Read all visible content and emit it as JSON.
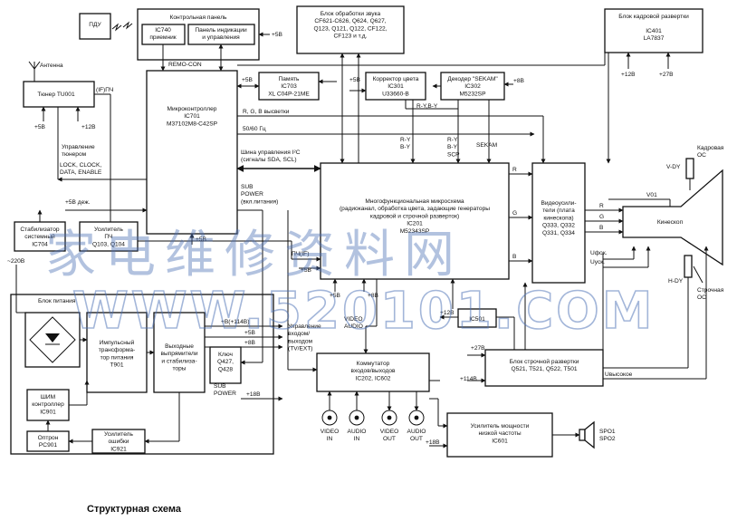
{
  "blocks": {
    "pdu": [
      "ПДУ"
    ],
    "control_panel": [
      "Контрольная панель"
    ],
    "ic740": [
      "IC740",
      "приемник"
    ],
    "indication": [
      "Панель индикации",
      "и управления"
    ],
    "sound": [
      "Блок обработки звука",
      "CF621-C626, Q624, Q627,",
      "Q123, Q121, Q122, CF122,",
      "CF123 и т.д."
    ],
    "frame": [
      "Блок кадровой развертки"
    ],
    "ic401": [
      "IC401",
      "LA7837"
    ],
    "tuner": [
      "Тюнер TU001"
    ],
    "micro": [
      "Микроконтроллер",
      "IC701",
      "M37102M8-C42SP"
    ],
    "memory": [
      "Память",
      "IC703",
      "XL C04P-21ME"
    ],
    "color": [
      "Корректор цвета",
      "IC301",
      "U33660-B"
    ],
    "secam_dec": [
      "Декодер \"SEKAM\"",
      "IC302",
      "M5232SP"
    ],
    "multi": [
      "Многофункциональная микросхема",
      "(радиоканал, обработка цвета, задающие генераторы",
      "кадровой и строчной разверток)",
      "IC201",
      "M52343SP"
    ],
    "video_amp": [
      "Видеоусили-",
      "тели (плата",
      "кинескопа)",
      "Q333, Q332",
      "Q331, Q334"
    ],
    "stab": [
      "Стабилизатор",
      "системный",
      "IC704"
    ],
    "amp_pch": [
      "Усилитель",
      "ПЧ",
      "Q103, Q104"
    ],
    "psu": [
      "Блок питания"
    ],
    "pulse": [
      "Импульсный",
      "трансформа-",
      "тор питания",
      "T901"
    ],
    "rect": [
      "Выходные",
      "выпрямители",
      "и стабилиза-",
      "торы"
    ],
    "key": [
      "Ключ",
      "Q427,",
      "Q428"
    ],
    "pwm": [
      "ШИМ",
      "контроллер",
      "IC901"
    ],
    "optron": [
      "Оптрон",
      "PC901"
    ],
    "err_amp": [
      "Усилитель",
      "ошибки",
      "IC921"
    ],
    "ic501": [
      "IC501"
    ],
    "switcher": [
      "Коммутатор",
      "входов/выходов",
      "IC202, IC602"
    ],
    "hscan": [
      "Блок строчной развертки",
      "Q521, T521, Q522, T501"
    ],
    "audio_amp": [
      "Усилитель мощности",
      "низкой частоты",
      "IC601"
    ],
    "crt": [
      "Кинескоп"
    ]
  },
  "connectors": [
    {
      "id": "video-in",
      "label": [
        "VIDEO",
        "IN"
      ]
    },
    {
      "id": "audio-in",
      "label": [
        "AUDIO",
        "IN"
      ]
    },
    {
      "id": "video-out",
      "label": [
        "VIDEO",
        "OUT"
      ]
    },
    {
      "id": "audio-out",
      "label": [
        "AUDIO",
        "OUT"
      ]
    }
  ],
  "labels": {
    "remo_con": "REMO-CON",
    "plus5_panel": "+5В",
    "antenna": "Антенна",
    "if_pch": "(IF)ПЧ",
    "plus5_tuner": "+5В",
    "plus12_tuner": "+12В",
    "tuner_ctrl": [
      "Управление",
      "тюнером"
    ],
    "lock_clock": [
      "LOCK, CLOCK,",
      "DATA, ENABLE"
    ],
    "plus5_mem": "+5В",
    "plus5_col": "+5В",
    "plus8_dec": "+8В",
    "ry_by": "R-Y,B-Y",
    "rgb_hi": "R, G, B высветки",
    "hz_5060": "50/60 Гц",
    "ry_by_2": [
      "R-Y",
      "B-Y"
    ],
    "ry_by_scp": [
      "R-Y",
      "B-Y",
      "SCP"
    ],
    "secam": "SEKAM",
    "i2c_bus": [
      "Шина управления I²C",
      "(сигналы SDA, SCL)"
    ],
    "sub_power": [
      "SUB",
      "POWER",
      "(вкл.питания)"
    ],
    "plus5_standby": "+5В деж.",
    "plus5_micro": "+5В",
    "minus220": "~220В",
    "pch_if": "ПЧ(IF)",
    "plus5_multi": "+5В",
    "plus5_multi_bottom": "+5В",
    "plus8_multi": "+8В",
    "ch_r": "R",
    "ch_g": "G",
    "ch_b": "B",
    "crt_r": "R",
    "crt_g": "G",
    "crt_b": "B",
    "v01": "V01",
    "vdy": "V-DY",
    "frame_os": [
      "Кадровая",
      "ОС"
    ],
    "hdy": "H-DY",
    "line_os": [
      "Строчная",
      "ОС"
    ],
    "ufok": "Uфок.",
    "uusk": "Uуск.",
    "plus12_ic401": "+12В",
    "plus27_ic401": "+27В",
    "rail_114": "+B(+114В)",
    "rail_5": "+5В",
    "rail_8": "+8В",
    "sub_power_2": [
      "SUB",
      "POWER"
    ],
    "rail_18": "+18В",
    "plus12_501": "+12В",
    "video_audio": [
      "VIDEO",
      "AUDIO"
    ],
    "io_ctrl": [
      "Управление",
      "входом/",
      "выходом",
      "(TV/EXT)"
    ],
    "plus27_h": "+27В",
    "plus114_h": "+114В",
    "u_high": "Uвысокое",
    "plus18_audio": "+18В",
    "spo": [
      "SPO1",
      "SPO2"
    ]
  },
  "watermark": {
    "line1": "家电维修资料网",
    "line2": "WWW.520101.COM"
  },
  "caption": "Структурная схема"
}
